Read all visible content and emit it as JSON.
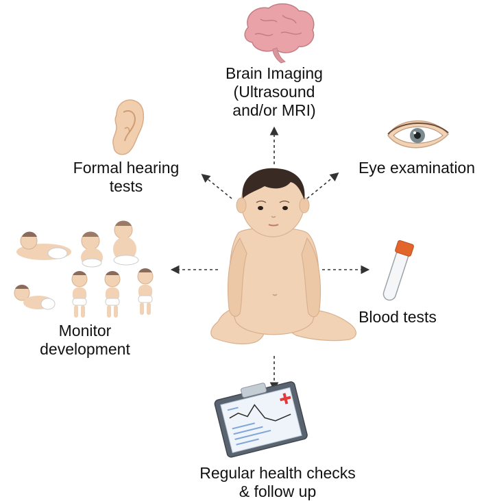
{
  "labels": {
    "brain": [
      "Brain Imaging",
      "(Ultrasound",
      "and/or MRI)"
    ],
    "hearing": [
      "Formal hearing",
      "tests"
    ],
    "eye": [
      "Eye examination"
    ],
    "development": [
      "Monitor",
      "development"
    ],
    "blood": [
      "Blood tests"
    ],
    "checks": [
      "Regular health checks",
      "& follow up"
    ]
  },
  "icons": {
    "center": "baby-sitting-icon",
    "brain": "brain-icon",
    "hearing": "ear-icon",
    "eye": "eye-icon",
    "development": "baby-development-stages-icon",
    "blood": "blood-test-tube-icon",
    "checks": "clipboard-chart-icon"
  },
  "colors": {
    "skin": "#f1d2b4",
    "skin_shadow": "#d9b090",
    "hair": "#3a2a24",
    "brain": "#e9a3a8",
    "tube_cap": "#e2652b",
    "arrow": "#333333"
  }
}
